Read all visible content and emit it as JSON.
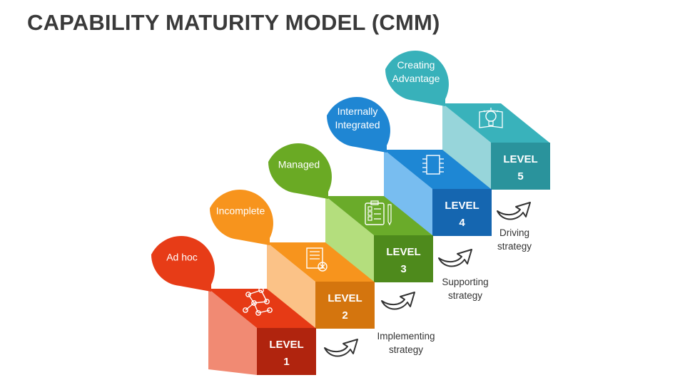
{
  "title": "CAPABILITY MATURITY MODEL (CMM)",
  "levels": [
    {
      "bubble": [
        "Ad hoc"
      ],
      "label": "LEVEL",
      "number": "1",
      "icon": "network-nodes-icon",
      "colors": {
        "bubble": "#e73c17",
        "front": "#b0240e",
        "side": "#f18a73",
        "top": "#e63a15"
      }
    },
    {
      "bubble": [
        "Incomplete"
      ],
      "label": "LEVEL",
      "number": "2",
      "icon": "document-cancel-icon",
      "colors": {
        "bubble": "#f7941d",
        "front": "#d4750e",
        "side": "#fbc287",
        "top": "#f7941d"
      }
    },
    {
      "bubble": [
        "Managed"
      ],
      "label": "LEVEL",
      "number": "3",
      "icon": "checklist-clipboard-icon",
      "colors": {
        "bubble": "#6aaa24",
        "front": "#4e8a1c",
        "side": "#b4de7d",
        "top": "#6aab2a"
      }
    },
    {
      "bubble": [
        "Internally",
        "Integrated"
      ],
      "label": "LEVEL",
      "number": "4",
      "icon": "microchip-icon",
      "colors": {
        "bubble": "#1f86d3",
        "front": "#1566b0",
        "side": "#78bdf0",
        "top": "#1e87d4"
      }
    },
    {
      "bubble": [
        "Creating",
        "Advantage"
      ],
      "label": "LEVEL",
      "number": "5",
      "icon": "lightbulb-book-icon",
      "colors": {
        "bubble": "#38b1ba",
        "front": "#2a939c",
        "side": "#97d5da",
        "top": "#39b2bb"
      }
    }
  ],
  "strategies": [
    {
      "lines": [
        "Implementing",
        "strategy"
      ]
    },
    {
      "lines": [
        "Supporting",
        "strategy"
      ]
    },
    {
      "lines": [
        "Driving",
        "strategy"
      ]
    }
  ]
}
